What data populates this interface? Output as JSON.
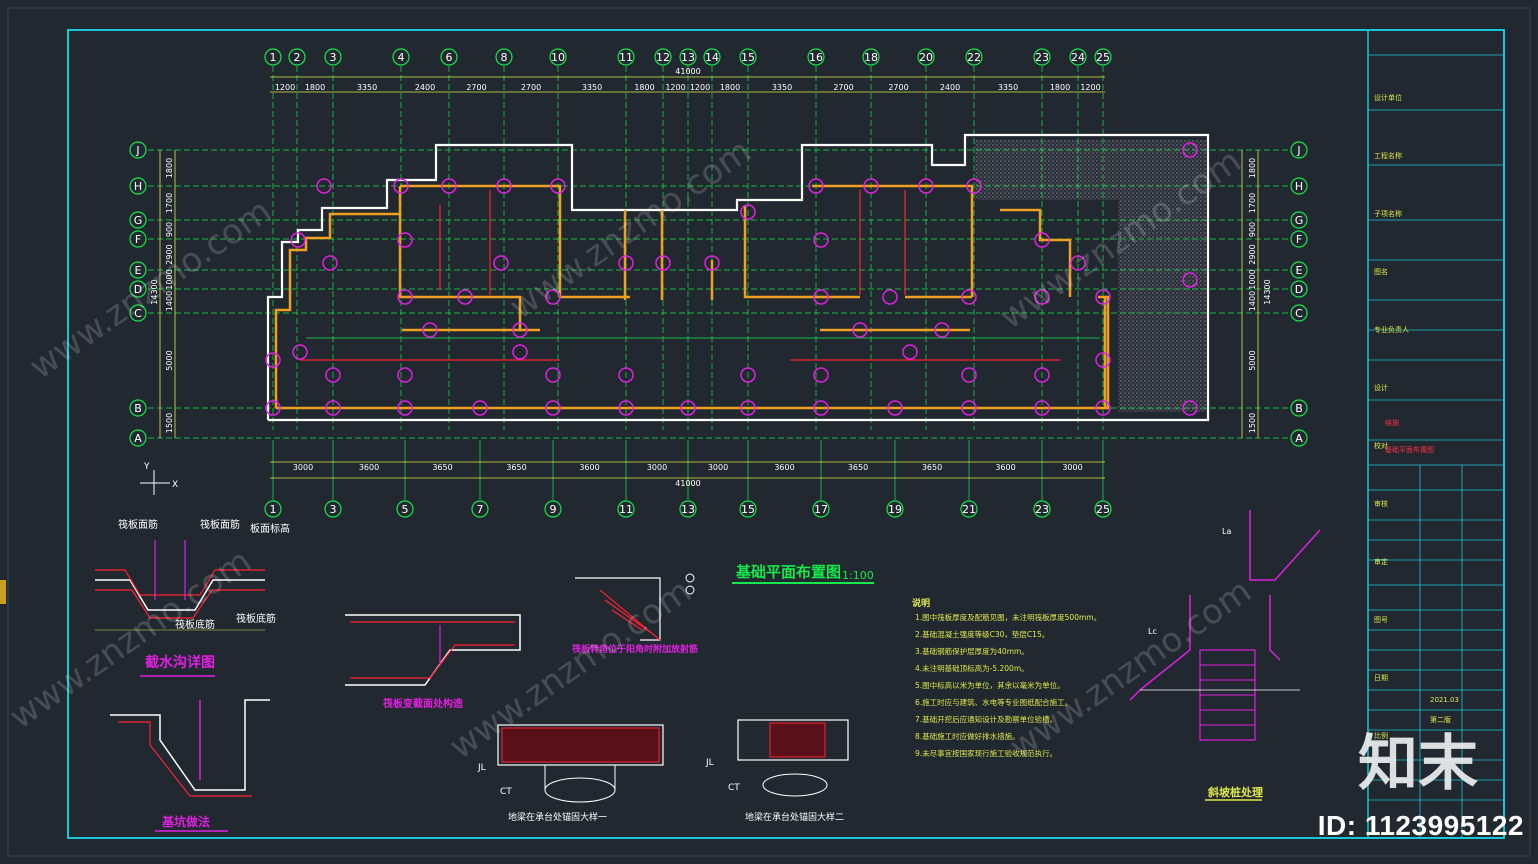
{
  "drawing": {
    "title": "基础平面布置图",
    "scale": "1:100",
    "total_width_label": "41000",
    "axes_top": [
      "1",
      "2",
      "3",
      "4",
      "6",
      "8",
      "10",
      "11",
      "12",
      "13",
      "14",
      "15",
      "16",
      "18",
      "20",
      "22",
      "23",
      "24",
      "25"
    ],
    "dims_top": [
      "1200",
      "1800",
      "3350",
      "2400",
      "2700",
      "2700",
      "3350",
      "1800",
      "1200",
      "1200",
      "1800",
      "3350",
      "2700",
      "2700",
      "2400",
      "3350",
      "1800",
      "1200"
    ],
    "axes_bottom": [
      "1",
      "3",
      "5",
      "7",
      "9",
      "11",
      "13",
      "15",
      "17",
      "19",
      "21",
      "23",
      "25"
    ],
    "dims_bottom": [
      "3000",
      "3600",
      "3650",
      "3650",
      "3600",
      "3000",
      "3000",
      "3600",
      "3650",
      "3650",
      "3600",
      "3000"
    ],
    "axes_side": [
      "J",
      "H",
      "G",
      "F",
      "E",
      "D",
      "C",
      "B",
      "A"
    ],
    "dims_side": [
      "1800",
      "1700",
      "900",
      "2900",
      "1000",
      "1400",
      "5000",
      "1500"
    ],
    "side_total": "14300",
    "axis_label_x": "X",
    "axis_label_y": "Y"
  },
  "details": {
    "catchwater_title": "截水沟详图",
    "catchwater_labels": [
      "筏板面筋",
      "筏板面筋",
      "板面标高",
      "筏板底筋",
      "筏板底筋"
    ],
    "pit_title": "基坑做法",
    "raft_change_title": "筏板变截面处构造",
    "raft_corner_title": "筏板转角位于阳角时附加放射筋",
    "detail1_title": "地梁在承台处锚固大样一",
    "detail2_title": "地梁在承台处锚固大样二",
    "slope_title": "斜坡桩处理",
    "labels_misc": [
      "JL",
      "CT",
      "La",
      "Lc"
    ]
  },
  "notes": {
    "heading": "说明",
    "lines": [
      "1.图中筏板厚度及配筋见图，未注明筏板厚度500mm。",
      "2.基础混凝土强度等级C30，垫层C15。",
      "3.基础钢筋保护层厚度为40mm。",
      "4.未注明基础顶标高为-5.200m。",
      "5.图中标高以米为单位，其余以毫米为单位。",
      "6.施工时应与建筑、水电等专业图纸配合施工。",
      "7.基础开挖后应通知设计及勘察单位验槽。",
      "8.基础施工时应做好排水措施。",
      "9.未尽事宜按国家现行施工验收规范执行。"
    ]
  },
  "title_block": {
    "rows": [
      "设计单位",
      "工程名称",
      "子项名称",
      "图名",
      "专业负责人",
      "设计",
      "校对",
      "审核",
      "审定",
      "图号",
      "日期",
      "比例"
    ],
    "values": [
      "基础平面布置图",
      "结施",
      "2021.03",
      "第二版"
    ]
  },
  "watermark": {
    "site": "www.znzmo.com",
    "brand": "知末",
    "id_text": "ID: 1123995122"
  },
  "colors": {
    "background": "#212830",
    "frame": "#19c5d6",
    "axis": "#16e84a",
    "dimension": "#e0e84a",
    "beam": "#f0a020",
    "pile": "#e020e0",
    "wall": "#ffffff",
    "red": "#ff2030",
    "hatch": "#9a9aa8"
  }
}
